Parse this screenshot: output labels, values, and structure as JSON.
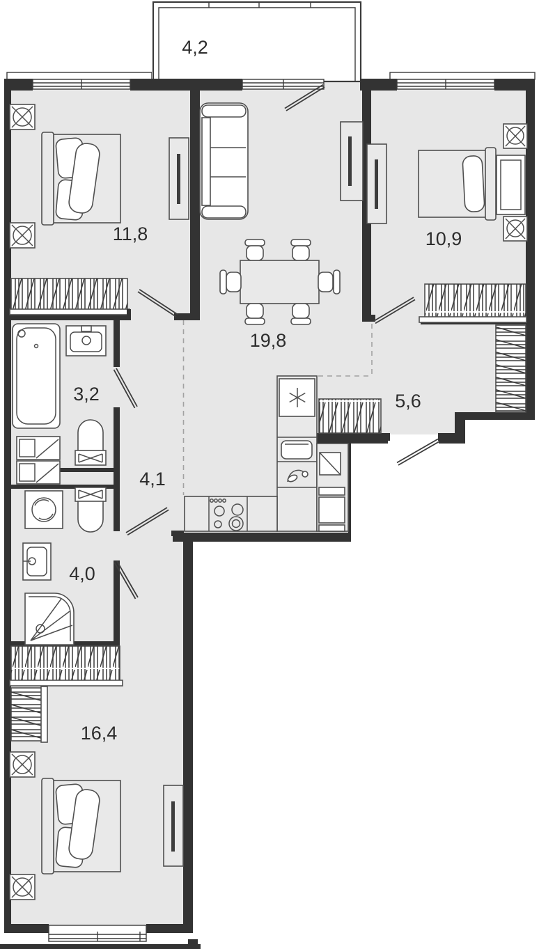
{
  "plan": {
    "type": "apartment-floor-plan",
    "units": "square meters (decimal comma)",
    "colors": {
      "background": "#ffffff",
      "floor": "#e7e7e7",
      "wall": "#333333",
      "furniture_outline": "#4f4f4f",
      "dashed_boundary": "#a2a2a2",
      "label_text": "#2d2d2d"
    },
    "rooms": [
      {
        "name": "balcony",
        "area_label": "4,2"
      },
      {
        "name": "bedroom-top-left",
        "area_label": "11,8"
      },
      {
        "name": "living-room",
        "area_label": "19,8"
      },
      {
        "name": "bedroom-top-right",
        "area_label": "10,9"
      },
      {
        "name": "bathroom",
        "area_label": "3,2"
      },
      {
        "name": "hallway",
        "area_label": "5,6"
      },
      {
        "name": "corridor",
        "area_label": "4,1"
      },
      {
        "name": "shower-room",
        "area_label": "4,0"
      },
      {
        "name": "bedroom-bottom",
        "area_label": "16,4"
      }
    ],
    "icons": [
      "snowflake-icon",
      "lamp-icon",
      "burner-icon",
      "shower-icon",
      "toilet-icon",
      "bathtub-icon",
      "sink-icon",
      "washing-machine-icon",
      "wardrobe-hatch-icon"
    ]
  }
}
